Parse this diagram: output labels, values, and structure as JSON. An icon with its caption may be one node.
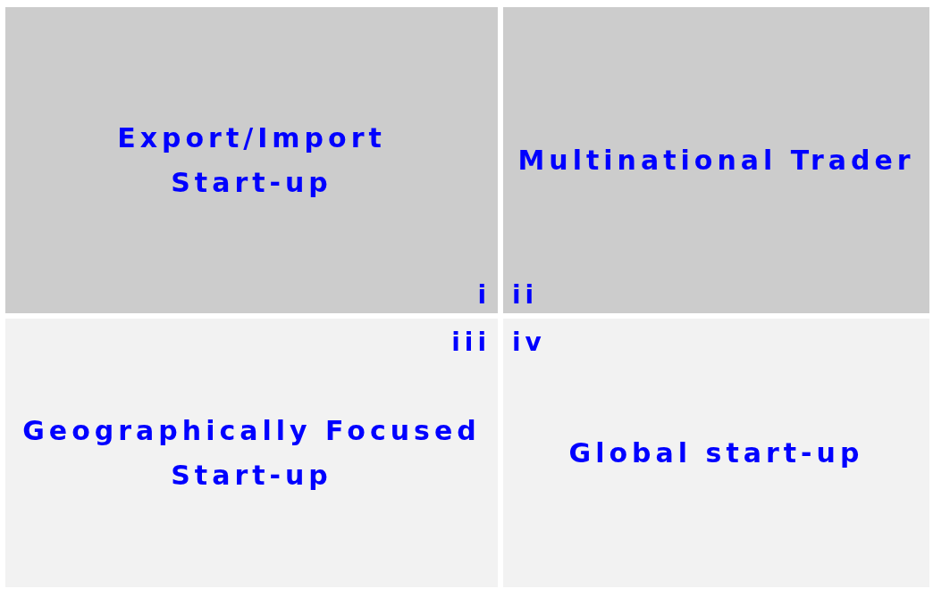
{
  "diagram": {
    "nodes": [
      {
        "text": [
          "Export/Import Start-up",
          "i"
        ]
      },
      {
        "text": [
          "Multinational Trader",
          "ii"
        ]
      },
      {
        "text": [
          "iii",
          "Geographically Focused Start-up"
        ]
      },
      {
        "text": [
          "iv",
          "Global start-up"
        ]
      }
    ]
  }
}
